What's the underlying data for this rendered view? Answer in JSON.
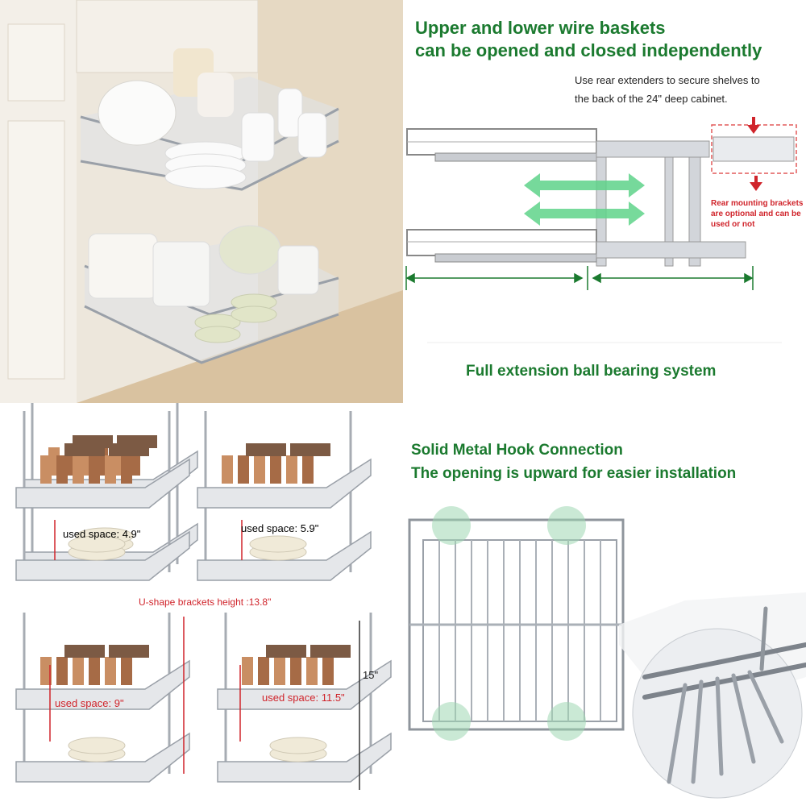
{
  "panels": {
    "lifestyle": {},
    "independent": {
      "title_line1": "Upper and lower wire baskets",
      "title_line2": "can be opened and closed independently",
      "note_line1": "Use rear extenders to secure shelves to",
      "note_line2": "the back of the 24\" deep cabinet.",
      "rear_note_line1": "Rear mounting brackets",
      "rear_note_line2": "are optional and can be",
      "rear_note_line3": "used or not",
      "bearing_caption": "Full extension ball bearing system"
    },
    "spacing": {
      "label_a": "used space: 4.9\"",
      "label_b": "used space: 5.9\"",
      "label_c": "U-shape brackets height :13.8\"",
      "label_d": "used space: 9\"",
      "label_e": "used space: 11.5\"",
      "label_f": "15\""
    },
    "hook": {
      "title_line1": "Solid Metal Hook Connection",
      "title_line2": "The opening is upward for easier installation"
    }
  },
  "colors": {
    "title_green": "#1b7a2f",
    "warning_red": "#d0242b",
    "arrow_green": "#5fd38a",
    "metal_chrome": "#b8bcc2"
  }
}
